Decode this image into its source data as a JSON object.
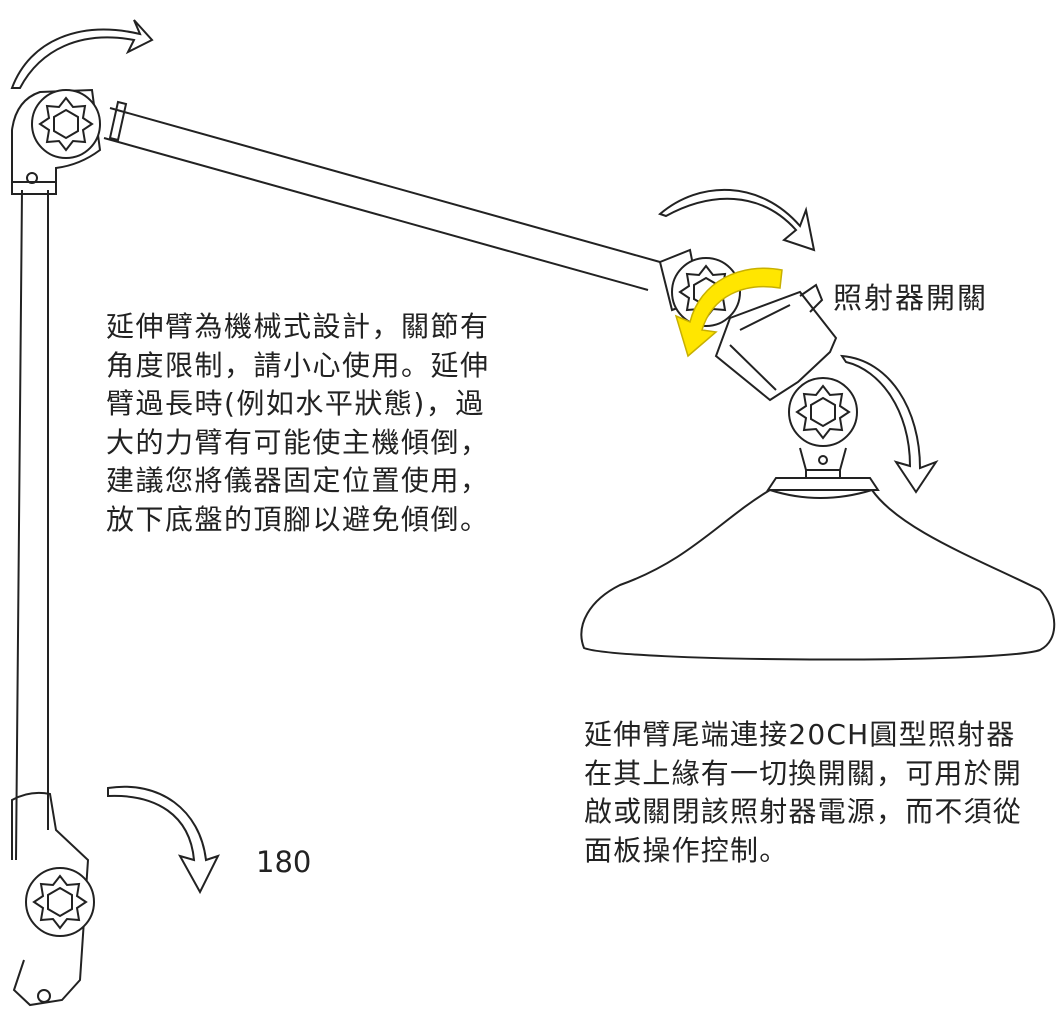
{
  "labels": {
    "switch": "照射器開關",
    "angle": "180"
  },
  "paragraphs": {
    "left": [
      "延伸臂為機械式設計，關節有",
      "角度限制，請小心使用。延伸",
      "臂過長時(例如水平狀態)，過",
      "大的力臂有可能使主機傾倒，",
      "建議您將儀器固定位置使用，",
      "放下底盤的頂腳以避免傾倒。"
    ],
    "right": [
      "延伸臂尾端連接20CH圓型照射器",
      "在其上緣有一切換開關，可用於開",
      "啟或關閉該照射器電源，而不須從",
      "面板操作控制。"
    ]
  },
  "colors": {
    "line": "#222222",
    "highlight_arrow": "#ffe600",
    "background": "#ffffff"
  }
}
